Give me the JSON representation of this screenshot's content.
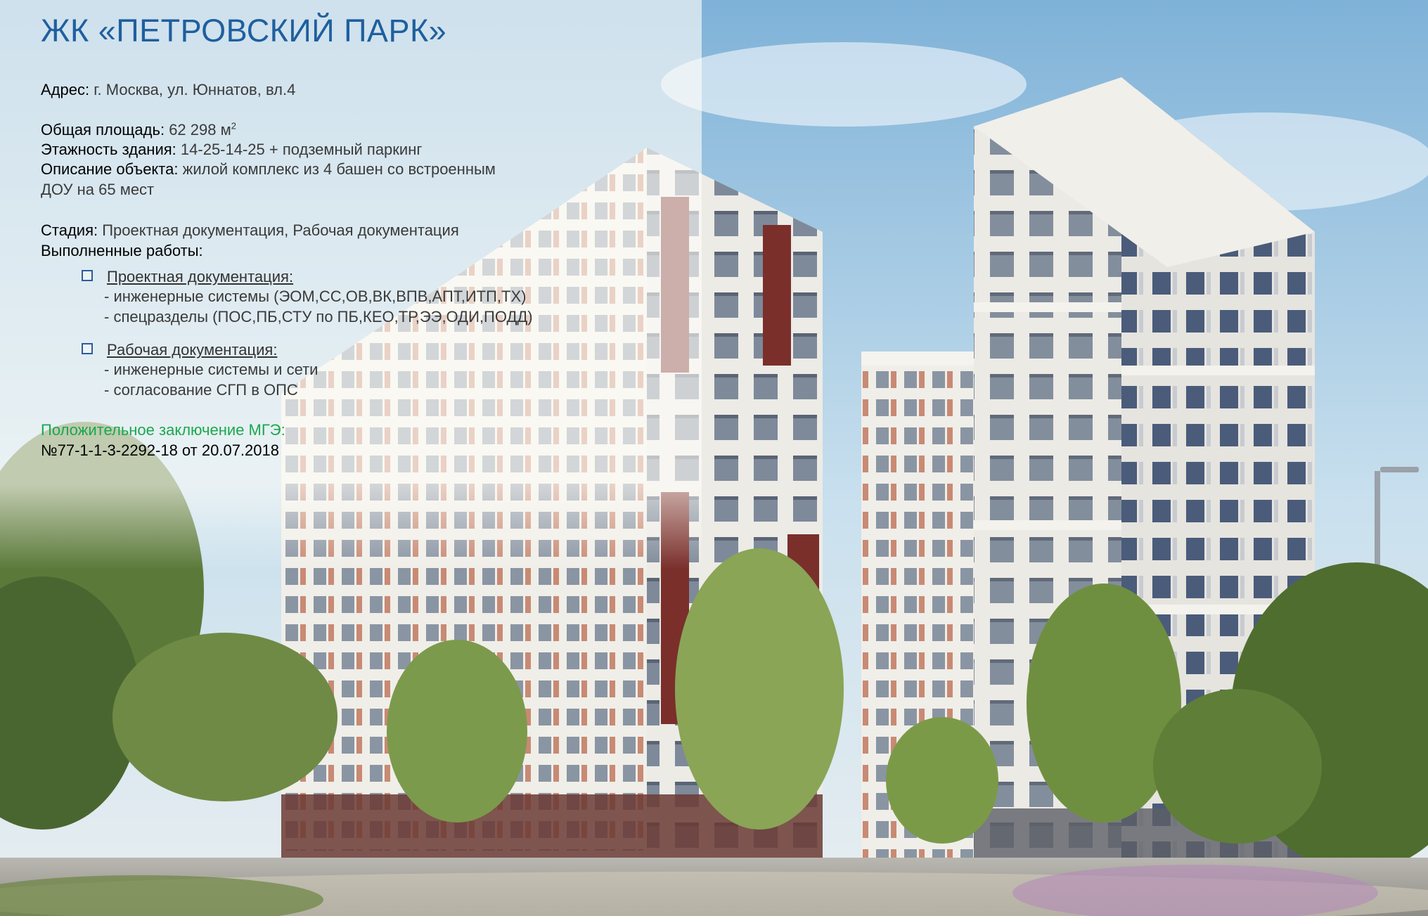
{
  "title": "ЖК «ПЕТРОВСКИЙ ПАРК»",
  "address": {
    "label": "Адрес:",
    "value": "г. Москва, ул. Юннатов, вл.4"
  },
  "area": {
    "label": "Общая площадь:",
    "value": "62 298 м",
    "unit_sup": "2"
  },
  "floors": {
    "label": "Этажность здания:",
    "value": "14-25-14-25 + подземный паркинг"
  },
  "description": {
    "label": "Описание объекта:",
    "value_line1": "жилой комплекс из 4 башен со встроенным",
    "value_line2": "ДОУ на 65 мест"
  },
  "stage": {
    "label": "Стадия:",
    "value": "Проектная документация, Рабочая документация"
  },
  "works_label": "Выполненные работы:",
  "works": [
    {
      "title": "Проектная документация:",
      "items": [
        "- инженерные системы (ЭОМ,СС,ОВ,ВК,ВПВ,АПТ,ИТП,ТХ)",
        "- спецразделы (ПОС,ПБ,СТУ по ПБ,КЕО,ТР,ЭЭ,ОДИ,ПОДД)"
      ]
    },
    {
      "title": "Рабочая документация:",
      "items": [
        "- инженерные системы и сети",
        "- согласование СГП в ОПС"
      ]
    }
  ],
  "conclusion": {
    "label": "Положительное заключение МГЭ:",
    "number": "№77-1-1-3-2292-18 от 20.07.2018"
  },
  "colors": {
    "title": "#1f5f9e",
    "bullet": "#2d5c9a",
    "conclusion": "#1aa84e"
  }
}
